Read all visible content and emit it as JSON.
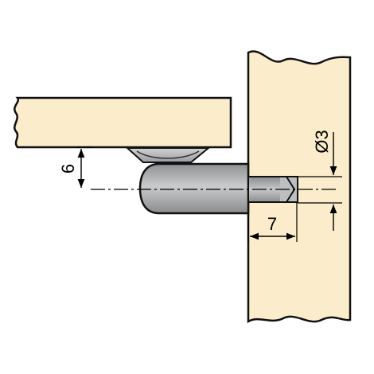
{
  "dimensions": {
    "height_label": "6",
    "diameter_label": "Ø3",
    "depth_label": "7"
  },
  "colors": {
    "wood": "#fbeccb",
    "outline": "#111111",
    "pin_body": "#9ea0a2",
    "pin_body_light": "#c7c9cb",
    "pin_body_dark": "#7c7e80",
    "shelf_support": "#b8babc",
    "background": "#ffffff"
  }
}
